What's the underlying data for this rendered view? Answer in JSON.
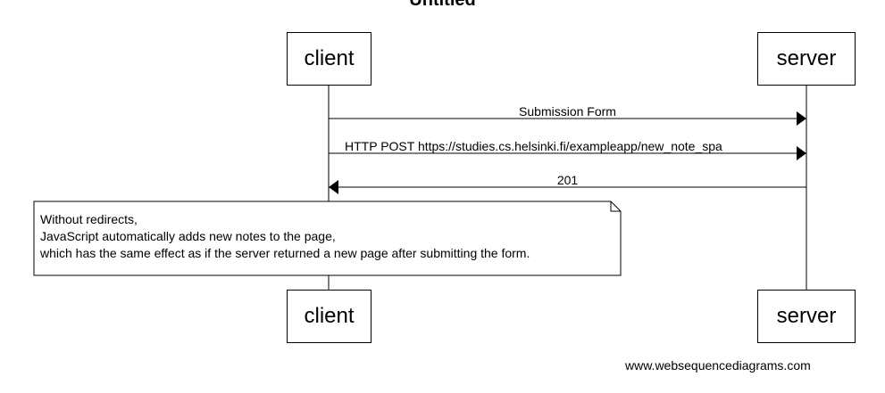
{
  "diagram": {
    "title": "Untitled",
    "participants": {
      "client": "client",
      "server": "server"
    },
    "messages": [
      {
        "label": "Submission Form",
        "from": "client",
        "to": "server"
      },
      {
        "label": "HTTP POST https://studies.cs.helsinki.fi/exampleapp/new_note_spa",
        "from": "client",
        "to": "server"
      },
      {
        "label": "201",
        "from": "server",
        "to": "client"
      }
    ],
    "note": {
      "lines": [
        "Without redirects,",
        "JavaScript automatically adds new notes to the page,",
        "which has the same effect as if the server returned a new page after submitting the form."
      ]
    },
    "watermark": "www.websequencediagrams.com"
  }
}
